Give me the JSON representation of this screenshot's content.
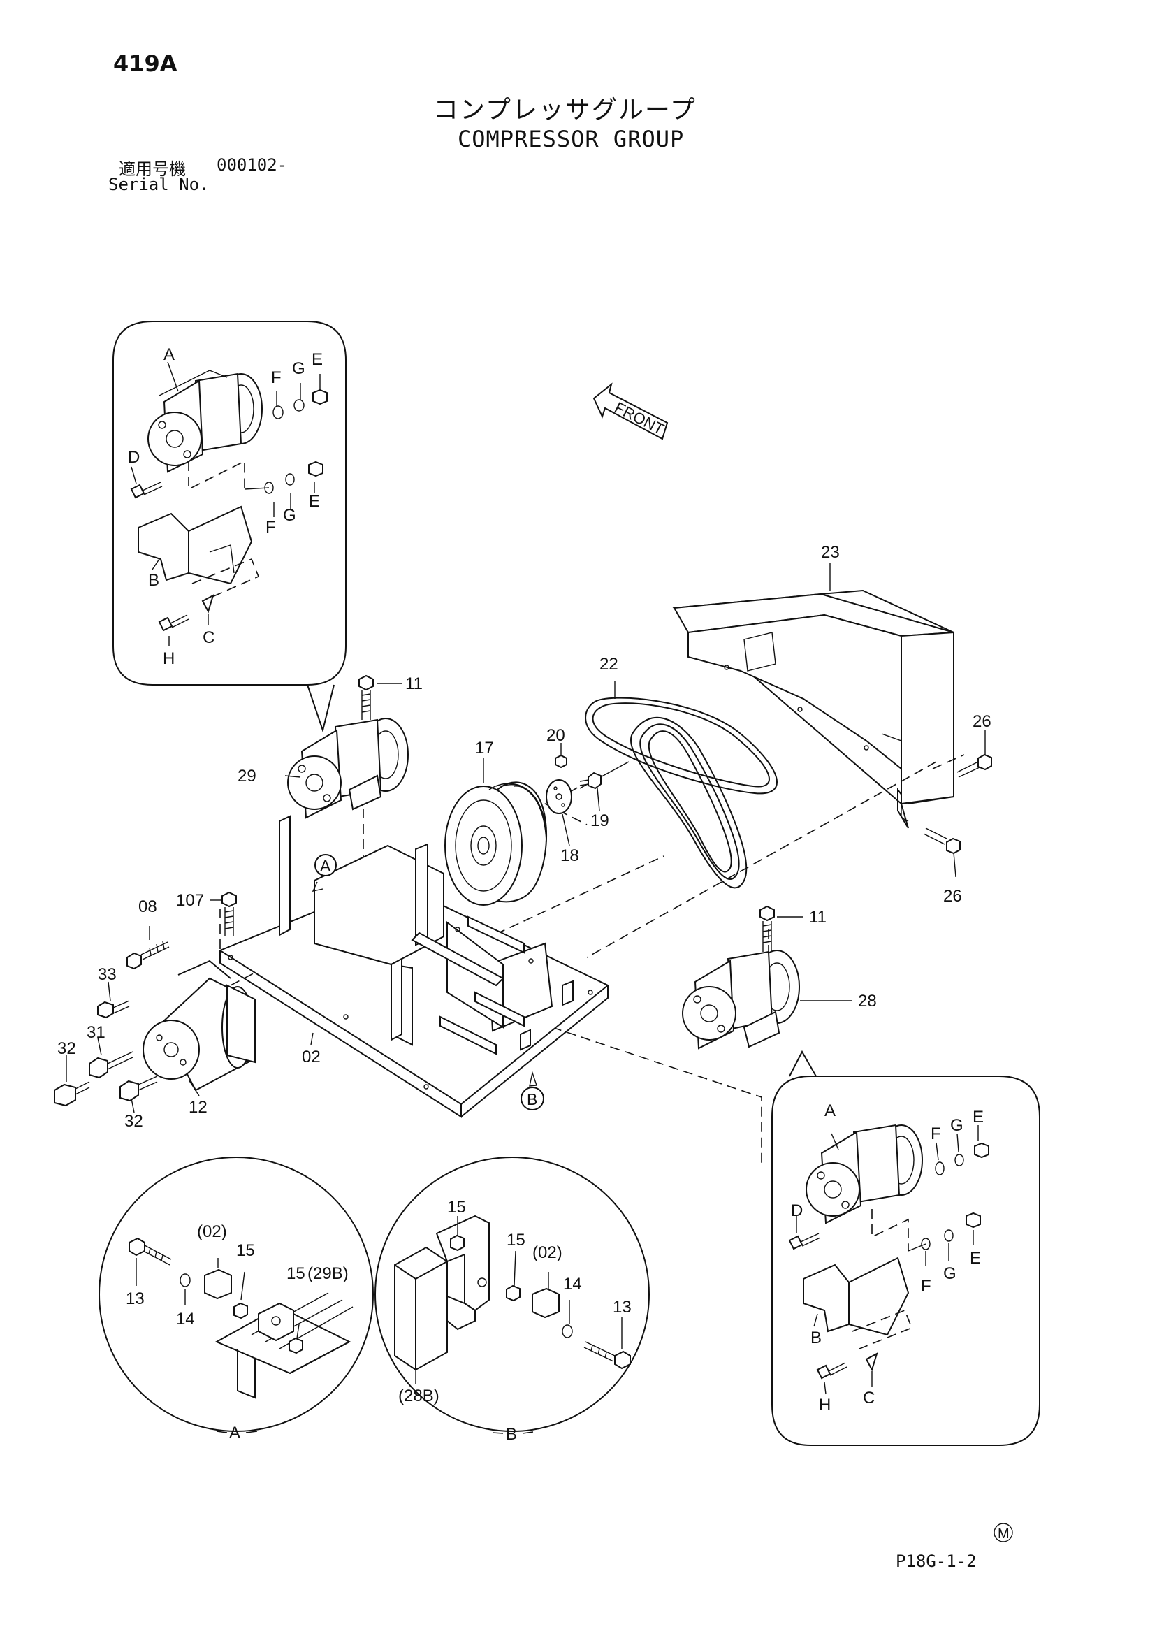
{
  "header": {
    "page_code": "419A",
    "title_jp": "コンプレッサグループ",
    "title_en": "COMPRESSOR GROUP",
    "serial_label_jp": "適用号機",
    "serial_value": "000102-",
    "serial_label_en": "Serial No."
  },
  "front_label": "FRONT",
  "callouts": {
    "p02": "02",
    "p08": "08",
    "p11a": "11",
    "p11b": "11",
    "p12": "12",
    "p17": "17",
    "p18": "18",
    "p19": "19",
    "p20": "20",
    "p22": "22",
    "p23": "23",
    "p26a": "26",
    "p26b": "26",
    "p28": "28",
    "p29": "29",
    "p31": "31",
    "p32a": "32",
    "p32b": "32",
    "p33": "33",
    "p107": "107",
    "refA": "A",
    "refB": "B"
  },
  "inset_top_left": {
    "A": "A",
    "B": "B",
    "C": "C",
    "D": "D",
    "E1": "E",
    "E2": "E",
    "F1": "F",
    "F2": "F",
    "G1": "G",
    "G2": "G",
    "H": "H"
  },
  "inset_bottom_right": {
    "A": "A",
    "B": "B",
    "C": "C",
    "D": "D",
    "E1": "E",
    "E2": "E",
    "F1": "F",
    "F2": "F",
    "G1": "G",
    "G2": "G",
    "H": "H"
  },
  "detail_A": {
    "caption": "A",
    "l13": "13",
    "l14": "14",
    "l15a": "15",
    "l15b": "15",
    "l02": "(02)",
    "l29B": "(29B)"
  },
  "detail_B": {
    "caption": "B",
    "l13": "13",
    "l14": "14",
    "l15a": "15",
    "l15b": "15",
    "l02": "(02)",
    "l28B": "(28B)"
  },
  "footer": {
    "m_mark": "M",
    "code": "P18G-1-2"
  }
}
